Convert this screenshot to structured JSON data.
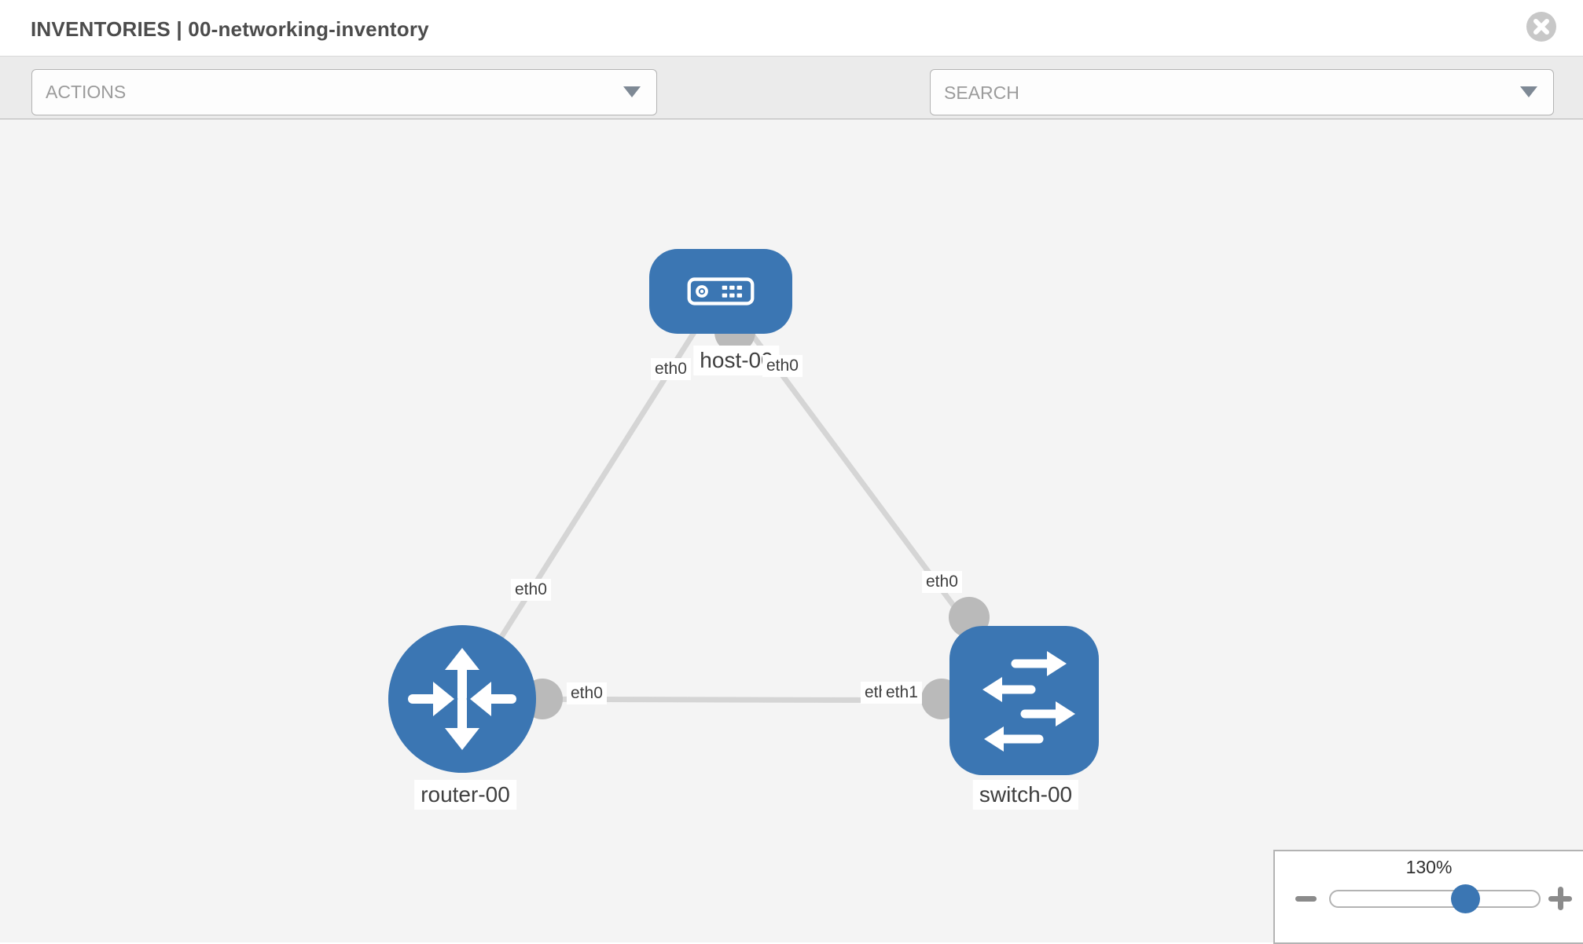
{
  "header": {
    "title": "INVENTORIES | 00-networking-inventory"
  },
  "toolbar": {
    "actions_label": "ACTIONS",
    "search_placeholder": "SEARCH"
  },
  "icons": {
    "wrench": "wrench-icon",
    "key": "key-icon",
    "close": "close-icon",
    "dropdown": "chevron-down-icon",
    "zoom_out": "minus-icon",
    "zoom_in": "plus-icon"
  },
  "topology": {
    "nodes": [
      {
        "id": "host-00",
        "type": "host",
        "label": "host-00"
      },
      {
        "id": "router-00",
        "type": "router",
        "label": "router-00"
      },
      {
        "id": "switch-00",
        "type": "switch",
        "label": "switch-00"
      }
    ],
    "links": [
      {
        "source": "host-00",
        "target": "router-00",
        "source_interface": "eth0",
        "target_interface": "eth0"
      },
      {
        "source": "host-00",
        "target": "switch-00",
        "source_interface": "eth0",
        "target_interface": "eth0"
      },
      {
        "source": "router-00",
        "target": "switch-00",
        "source_interface": "eth0",
        "target_interface": "eth1",
        "target_overlapping_label": "eth0"
      }
    ]
  },
  "zoom_control": {
    "level": "130%"
  },
  "colors": {
    "node_blue": "#3b76b3",
    "link_gray": "#d5d5d5",
    "connector_gray": "#bababa",
    "toolbar_bg": "#ebebeb",
    "canvas_bg": "#f4f4f4"
  }
}
